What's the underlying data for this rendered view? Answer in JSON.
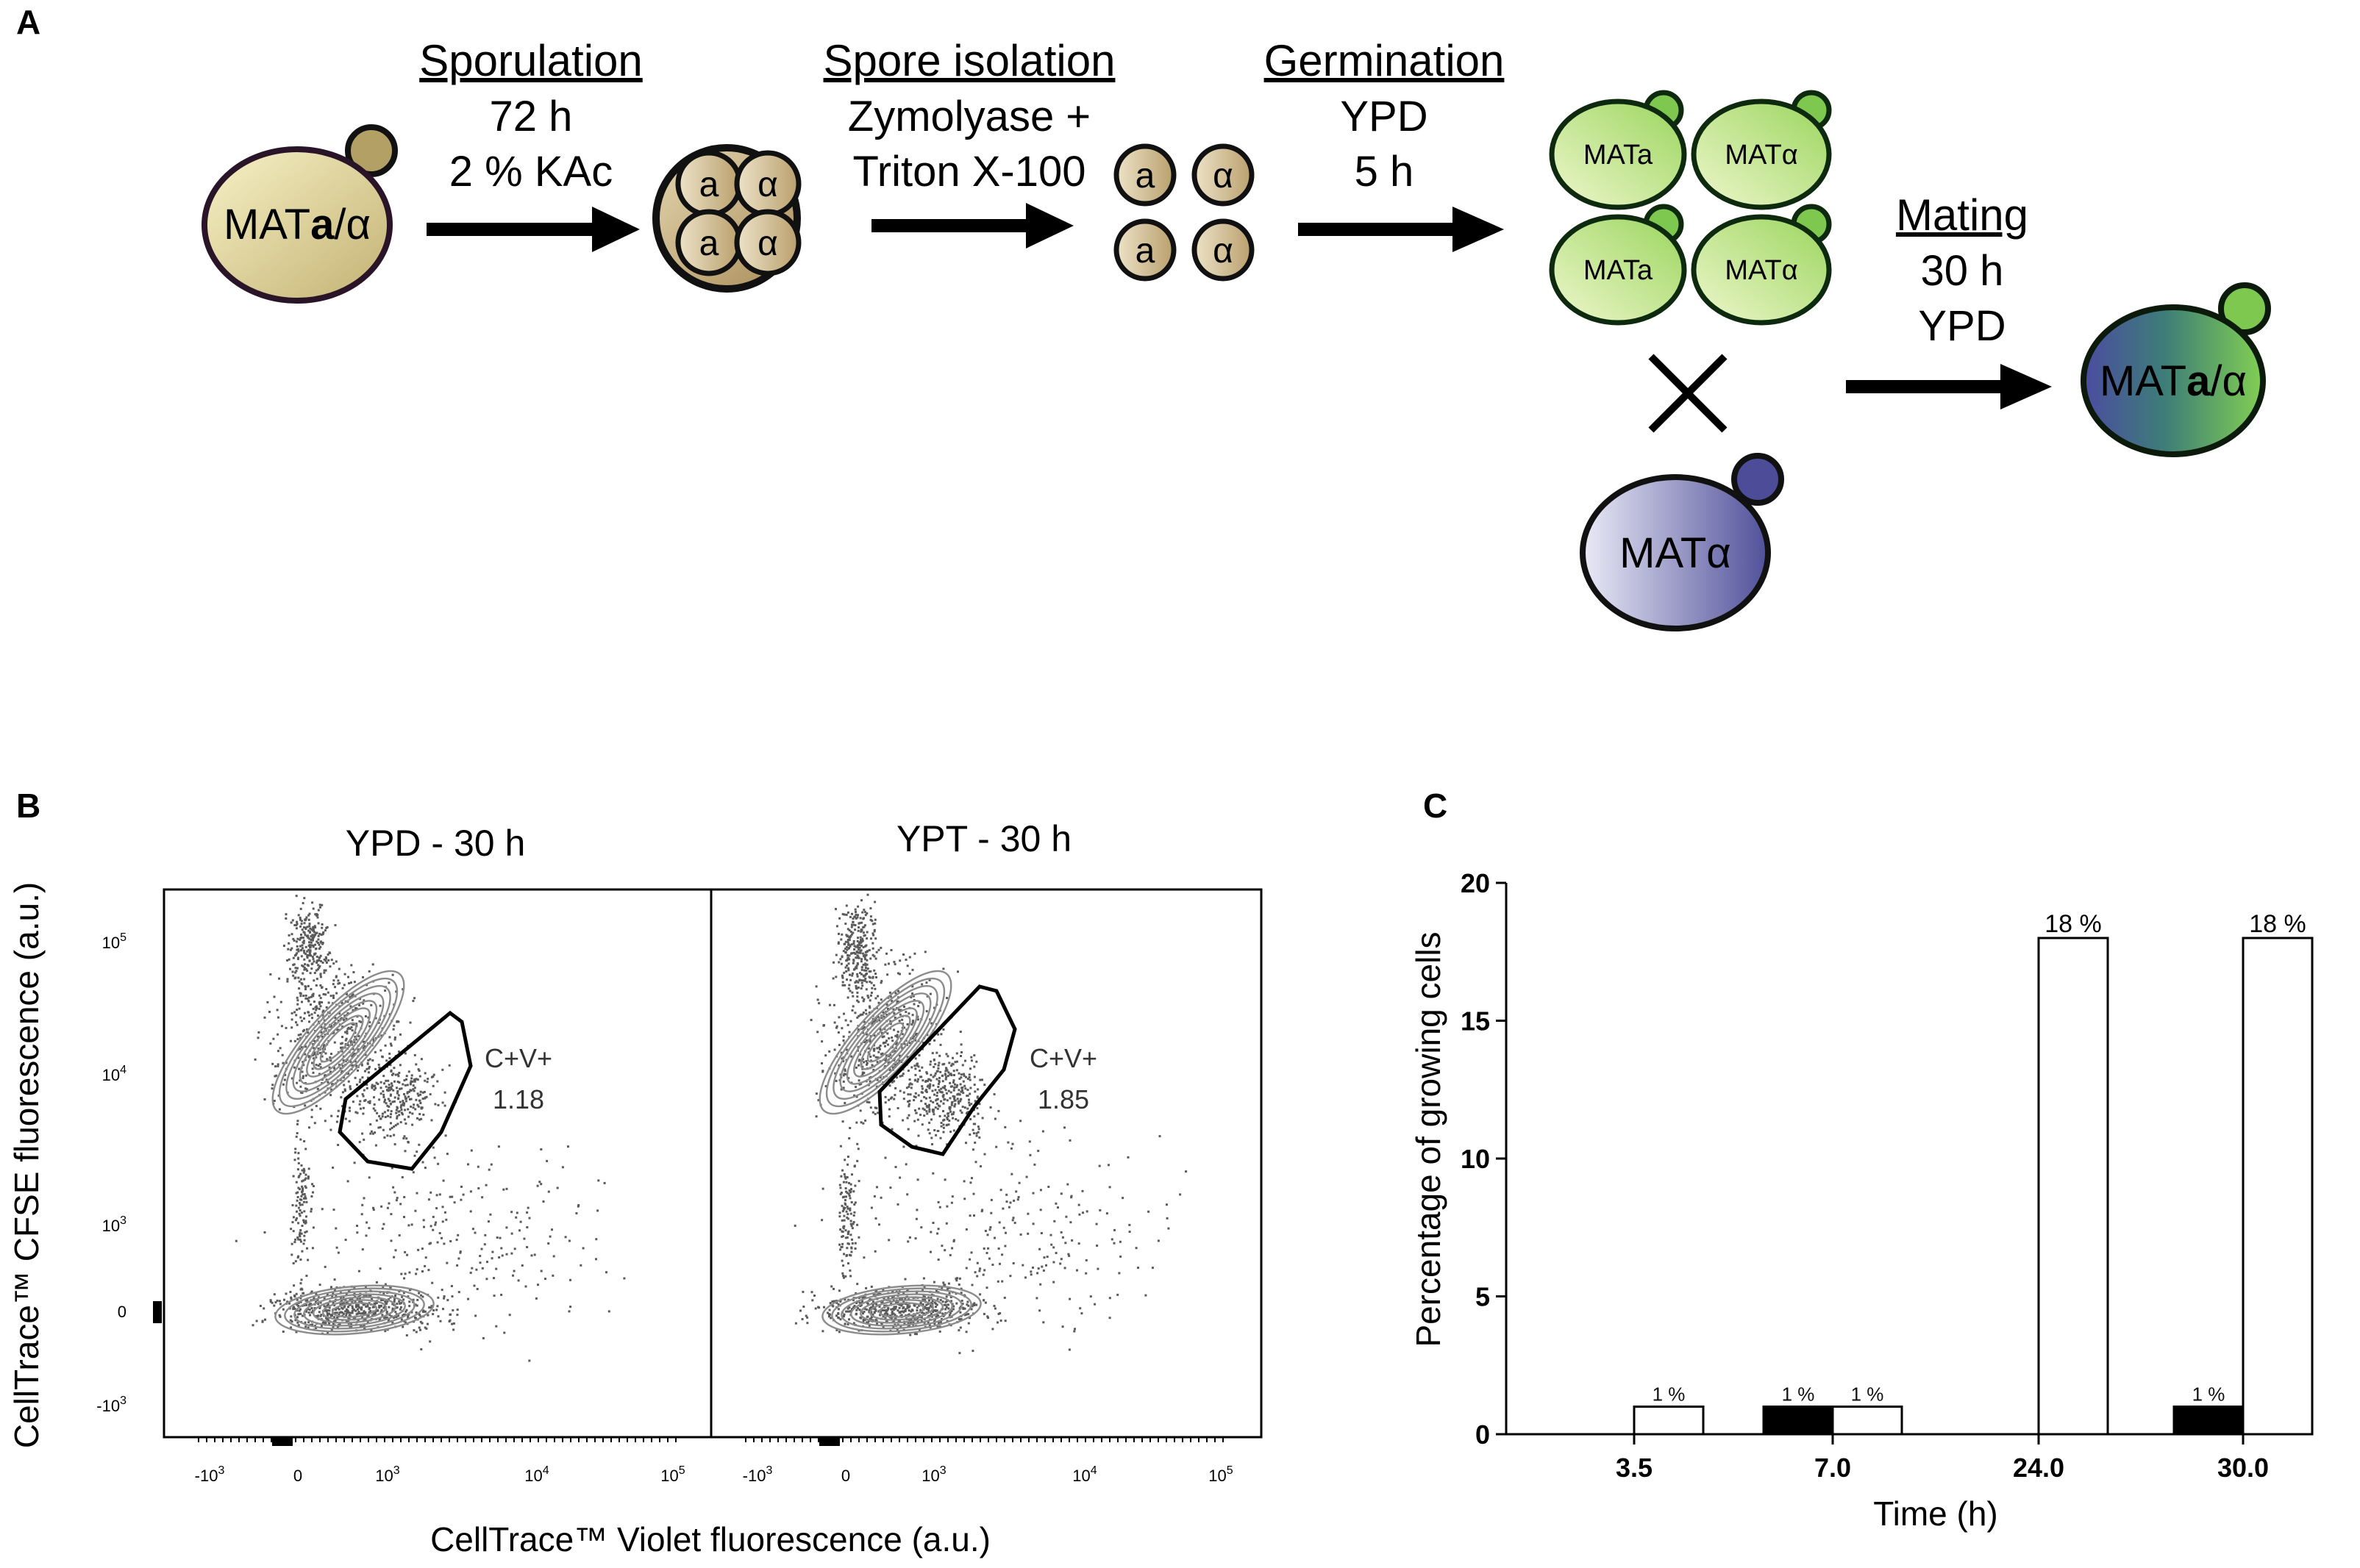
{
  "panels": {
    "a": "A",
    "b": "B",
    "c": "C"
  },
  "colors": {
    "diploid_fill_light": "#f3ecb8",
    "diploid_fill_dark": "#b9a96a",
    "spore_fill": "#c9b58a",
    "green_cell": "#b8e07a",
    "green_bud": "#7ec850",
    "blue_cell": "#54549c",
    "blue_light": "#e3e3f3",
    "arrow": "#000000",
    "contour": "#8c8c8c",
    "dots": "#555555"
  },
  "schema": {
    "cells": {
      "diploid": {
        "prefix": "MAT",
        "strong": "a",
        "suffix": "/α"
      },
      "hybrid": {
        "prefix": "MAT",
        "strong": "a",
        "suffix": "/α"
      },
      "mat_alpha": "MATα",
      "green": [
        "MATa",
        "MATα",
        "MATa",
        "MATα"
      ]
    },
    "ascus": [
      "a",
      "α",
      "a",
      "α"
    ],
    "spores": [
      "a",
      "α",
      "a",
      "α"
    ],
    "steps": [
      {
        "title": "Sporulation",
        "lines": [
          "72 h",
          "2 % KAc"
        ]
      },
      {
        "title": "Spore isolation",
        "lines": [
          "Zymolyase +",
          "Triton X-100"
        ]
      },
      {
        "title": "Germination",
        "lines": [
          "YPD",
          "5 h"
        ]
      },
      {
        "title": "Mating",
        "lines": [
          "30 h",
          "YPD"
        ]
      }
    ],
    "cross_symbol": "×"
  },
  "flow": {
    "plots": [
      {
        "title": "YPD - 30 h",
        "gate_label": "C+V+",
        "gate_value": "1.18"
      },
      {
        "title": "YPT - 30 h",
        "gate_label": "C+V+",
        "gate_value": "1.85"
      }
    ],
    "y_axis_label": "CellTrace™ CFSE fluorescence (a.u.)",
    "x_axis_label": "CellTrace™ Violet fluorescence (a.u.)",
    "y_ticks": [
      {
        "base": "10",
        "exp": "5"
      },
      {
        "base": "10",
        "exp": "4"
      },
      {
        "base": "10",
        "exp": "3"
      },
      {
        "base": "0",
        "exp": ""
      },
      {
        "base": "-10",
        "exp": "3"
      }
    ],
    "x_ticks": [
      {
        "base": "-10",
        "exp": "3"
      },
      {
        "base": "0",
        "exp": ""
      },
      {
        "base": "10",
        "exp": "3"
      },
      {
        "base": "10",
        "exp": "4"
      },
      {
        "base": "10",
        "exp": "5"
      }
    ]
  },
  "chart_data": {
    "type": "bar",
    "categories": [
      "3.5",
      "7.0",
      "24.0",
      "30.0"
    ],
    "series": [
      {
        "fill": "#000000",
        "values": [
          0,
          1,
          0,
          1
        ]
      },
      {
        "fill": "#ffffff",
        "values": [
          1,
          1,
          18,
          18
        ]
      }
    ],
    "data_labels": [
      {
        "category": "3.5",
        "series": 1,
        "text": "1 %"
      },
      {
        "category": "7.0",
        "series": 0,
        "text": "1 %"
      },
      {
        "category": "7.0",
        "series": 1,
        "text": "1 %"
      },
      {
        "category": "24.0",
        "series": 1,
        "text": "18 %"
      },
      {
        "category": "30.0",
        "series": 0,
        "text": "1 %"
      },
      {
        "category": "30.0",
        "series": 1,
        "text": "18 %"
      }
    ],
    "xlabel": "Time (h)",
    "ylabel": "Percentage of growing cells",
    "ylim": [
      0,
      20
    ],
    "yticks": [
      0,
      5,
      10,
      15,
      20
    ],
    "grid": false
  }
}
